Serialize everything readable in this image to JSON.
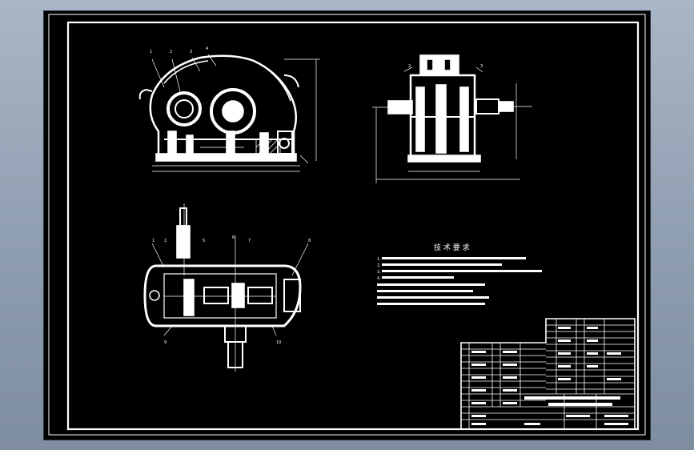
{
  "app": {
    "background": "#9aa8ba",
    "canvas_color": "#000000",
    "line_color": "#ffffff"
  },
  "technical_requirements": {
    "title": "技 术 要 求",
    "lines": [
      "1.",
      "2.",
      "3.",
      "4."
    ]
  },
  "title_block": {
    "icon": "title-block-table"
  },
  "views": {
    "front_view": {
      "icon": "gearbox-front-view-drawing"
    },
    "side_view": {
      "icon": "gearbox-side-view-drawing"
    },
    "top_view": {
      "icon": "gearbox-top-section-drawing"
    }
  }
}
